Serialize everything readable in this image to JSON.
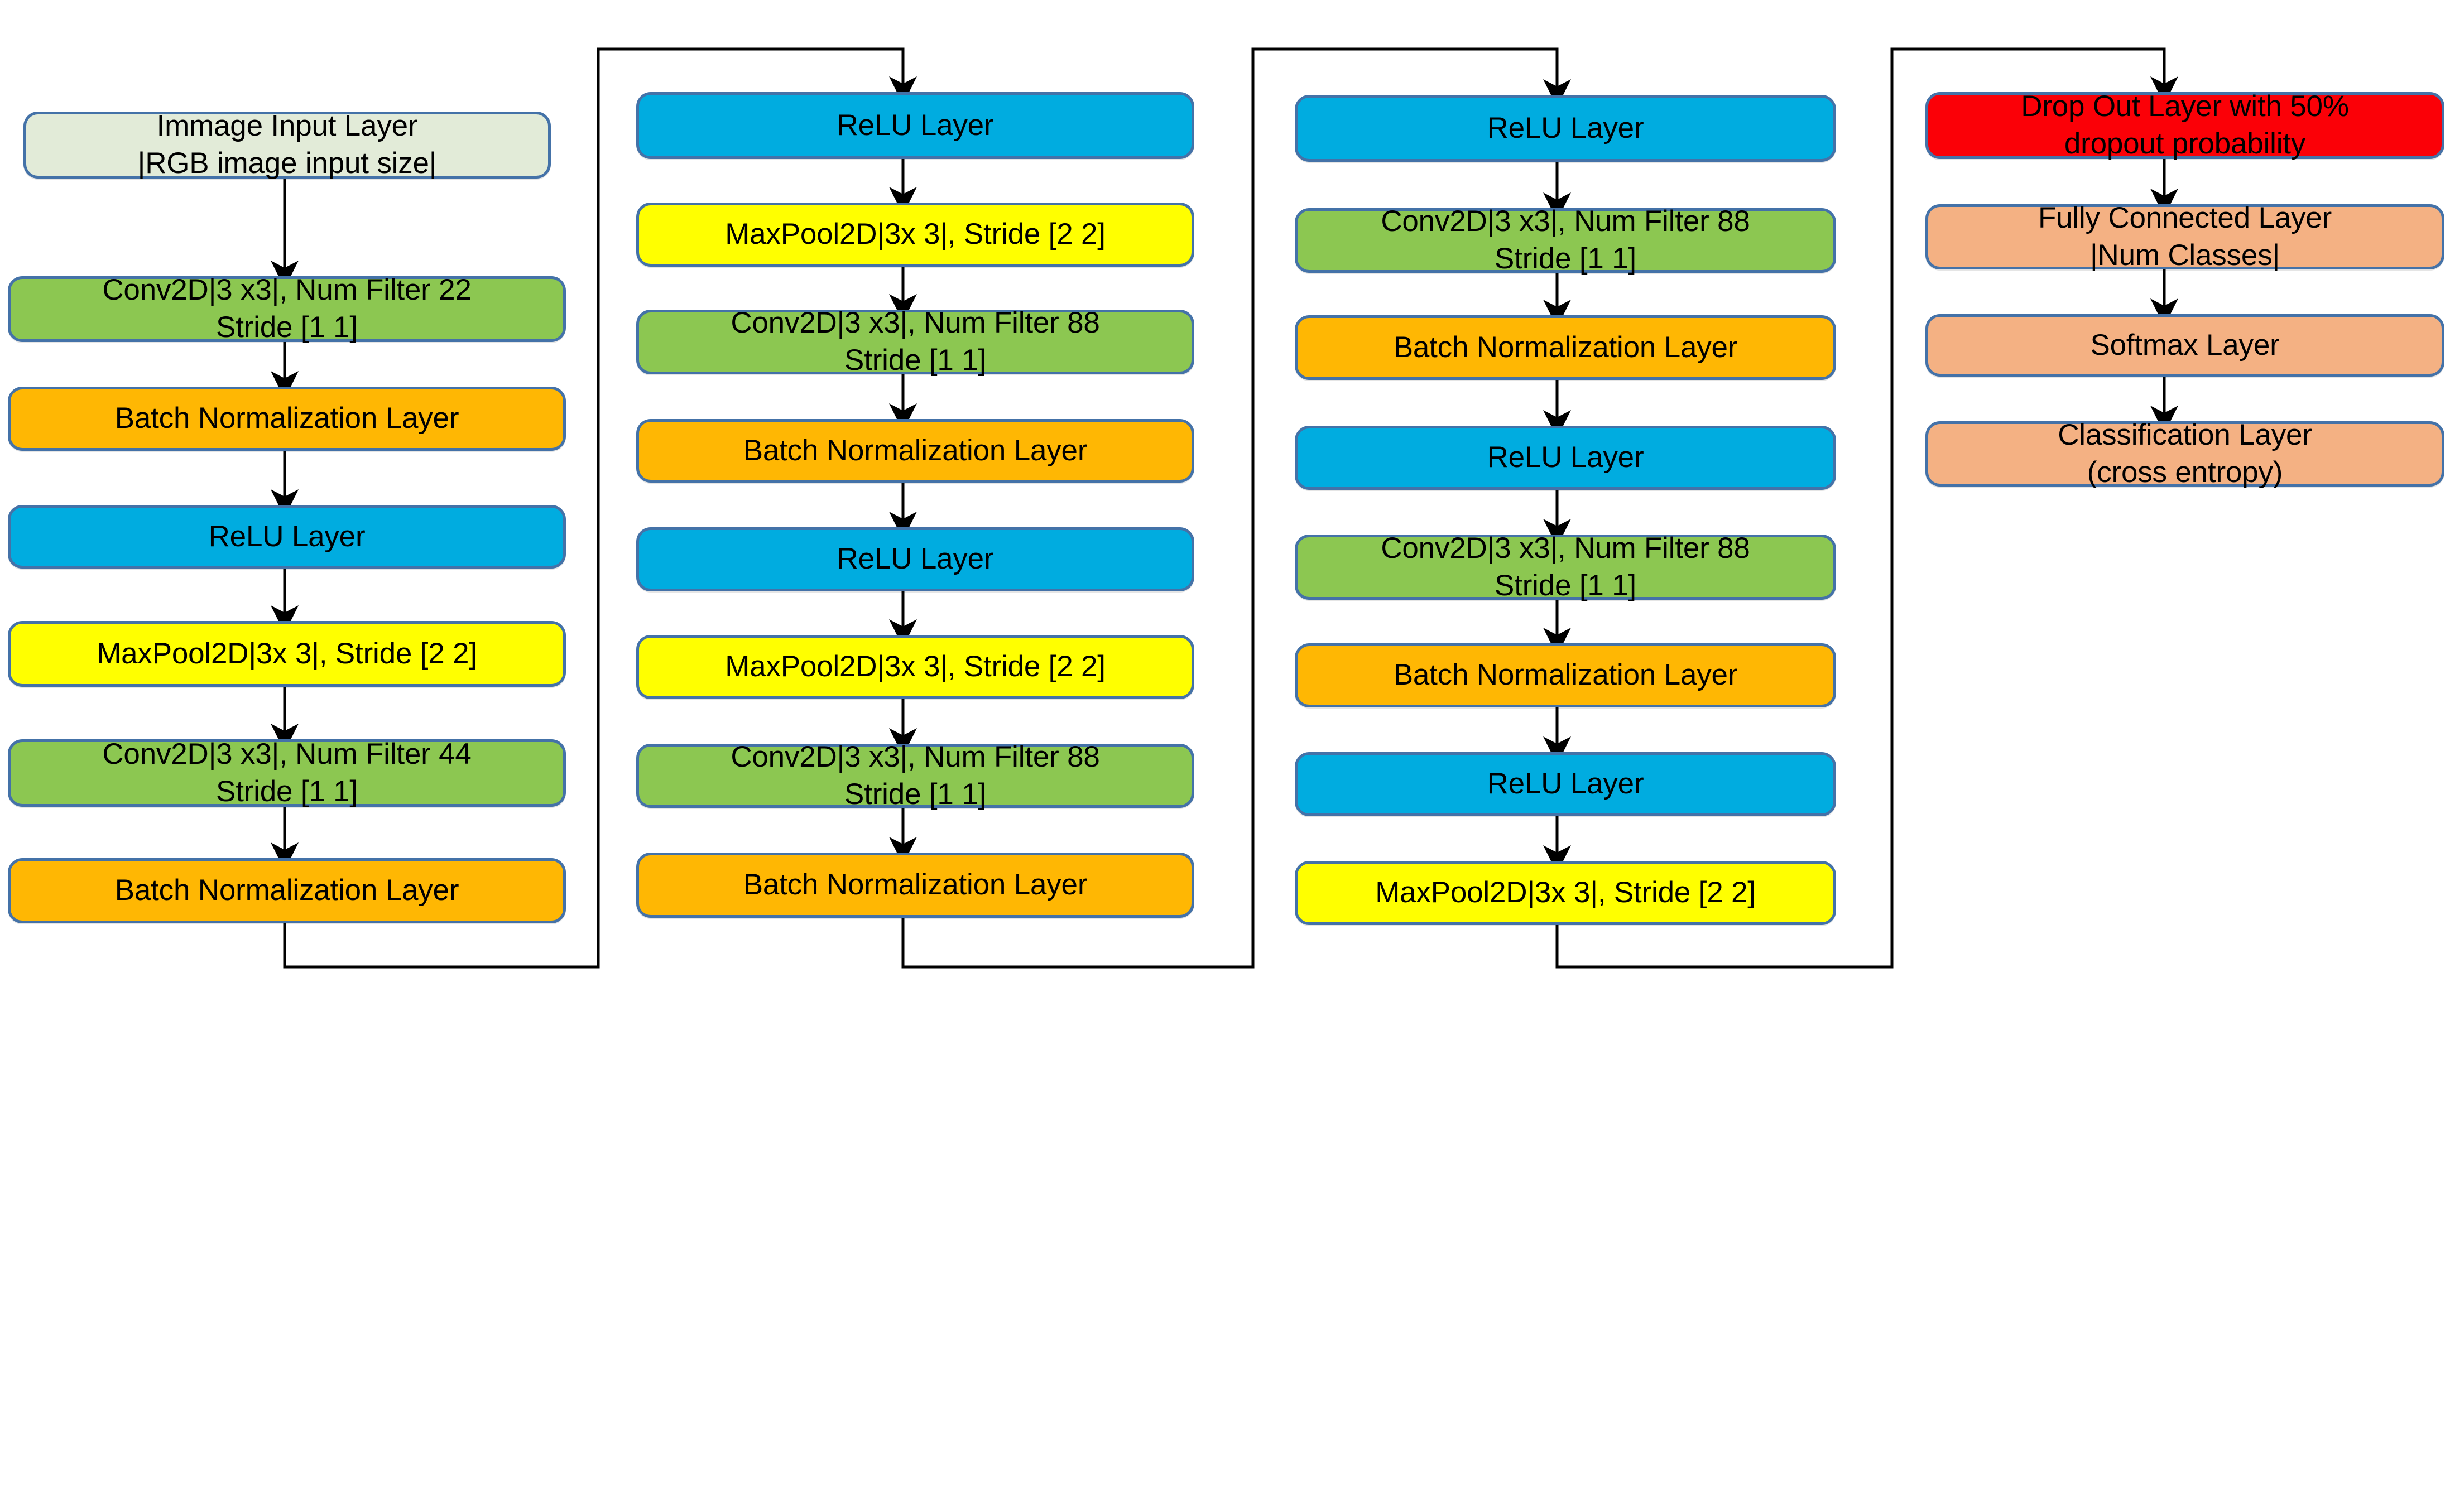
{
  "diagram": {
    "title": "CNN Architecture Layer Flow Diagram",
    "type": "flowchart",
    "colors": {
      "input": "#e2ebd8",
      "conv": "#8cc751",
      "batchnorm": "#ffb703",
      "relu": "#00ace0",
      "maxpool": "#ffff00",
      "dropout": "#fb0007",
      "dense": "#f4b183",
      "border": "#4472a8",
      "connector": "#000000"
    },
    "columns": [
      {
        "id": "column-1",
        "nodes": [
          {
            "id": "image-input-layer",
            "kind": "input",
            "lines": [
              "Immage Input Layer",
              "|RGB image input size|"
            ]
          },
          {
            "id": "conv-22",
            "kind": "conv",
            "lines": [
              "Conv2D|3 x3|, Num Filter 22",
              "Stride [1  1]"
            ]
          },
          {
            "id": "batchnorm-1",
            "kind": "batchnorm",
            "lines": [
              "Batch Normalization Layer"
            ]
          },
          {
            "id": "relu-1",
            "kind": "relu",
            "lines": [
              "ReLU Layer"
            ]
          },
          {
            "id": "maxpool-1",
            "kind": "maxpool",
            "lines": [
              "MaxPool2D|3x 3|, Stride [2  2]"
            ]
          },
          {
            "id": "conv-44",
            "kind": "conv",
            "lines": [
              "Conv2D|3 x3|, Num Filter 44",
              "Stride [1  1]"
            ]
          },
          {
            "id": "batchnorm-2",
            "kind": "batchnorm",
            "lines": [
              "Batch Normalization Layer"
            ]
          }
        ]
      },
      {
        "id": "column-2",
        "nodes": [
          {
            "id": "relu-2",
            "kind": "relu",
            "lines": [
              "ReLU Layer"
            ]
          },
          {
            "id": "maxpool-2",
            "kind": "maxpool",
            "lines": [
              "MaxPool2D|3x 3|, Stride [2  2]"
            ]
          },
          {
            "id": "conv-88-a",
            "kind": "conv",
            "lines": [
              "Conv2D|3 x3|, Num Filter 88",
              "Stride [1  1]"
            ]
          },
          {
            "id": "batchnorm-3",
            "kind": "batchnorm",
            "lines": [
              "Batch Normalization Layer"
            ]
          },
          {
            "id": "relu-3",
            "kind": "relu",
            "lines": [
              "ReLU Layer"
            ]
          },
          {
            "id": "maxpool-3",
            "kind": "maxpool",
            "lines": [
              "MaxPool2D|3x 3|, Stride [2  2]"
            ]
          },
          {
            "id": "conv-88-b",
            "kind": "conv",
            "lines": [
              "Conv2D|3 x3|, Num Filter 88",
              "Stride [1  1]"
            ]
          },
          {
            "id": "batchnorm-4",
            "kind": "batchnorm",
            "lines": [
              "Batch Normalization Layer"
            ]
          }
        ]
      },
      {
        "id": "column-3",
        "nodes": [
          {
            "id": "relu-4",
            "kind": "relu",
            "lines": [
              "ReLU Layer"
            ]
          },
          {
            "id": "conv-88-c",
            "kind": "conv",
            "lines": [
              "Conv2D|3 x3|, Num Filter 88",
              "Stride [1  1]"
            ]
          },
          {
            "id": "batchnorm-5",
            "kind": "batchnorm",
            "lines": [
              "Batch Normalization Layer"
            ]
          },
          {
            "id": "relu-5",
            "kind": "relu",
            "lines": [
              "ReLU Layer"
            ]
          },
          {
            "id": "conv-88-d",
            "kind": "conv",
            "lines": [
              "Conv2D|3 x3|, Num Filter 88",
              "Stride [1  1]"
            ]
          },
          {
            "id": "batchnorm-6",
            "kind": "batchnorm",
            "lines": [
              "Batch Normalization Layer"
            ]
          },
          {
            "id": "relu-6",
            "kind": "relu",
            "lines": [
              "ReLU Layer"
            ]
          },
          {
            "id": "maxpool-4",
            "kind": "maxpool",
            "lines": [
              "MaxPool2D|3x 3|, Stride [2  2]"
            ]
          }
        ]
      },
      {
        "id": "column-4",
        "nodes": [
          {
            "id": "dropout-layer",
            "kind": "dropout",
            "lines": [
              "Drop Out Layer with 50%",
              "dropout probability"
            ]
          },
          {
            "id": "fully-connected-layer",
            "kind": "dense",
            "lines": [
              "Fully Connected Layer",
              "|Num Classes|"
            ]
          },
          {
            "id": "softmax-layer",
            "kind": "dense",
            "lines": [
              "Softmax Layer"
            ]
          },
          {
            "id": "classification-layer",
            "kind": "dense",
            "lines": [
              "Classification Layer",
              "(cross entropy)"
            ]
          }
        ]
      }
    ]
  }
}
